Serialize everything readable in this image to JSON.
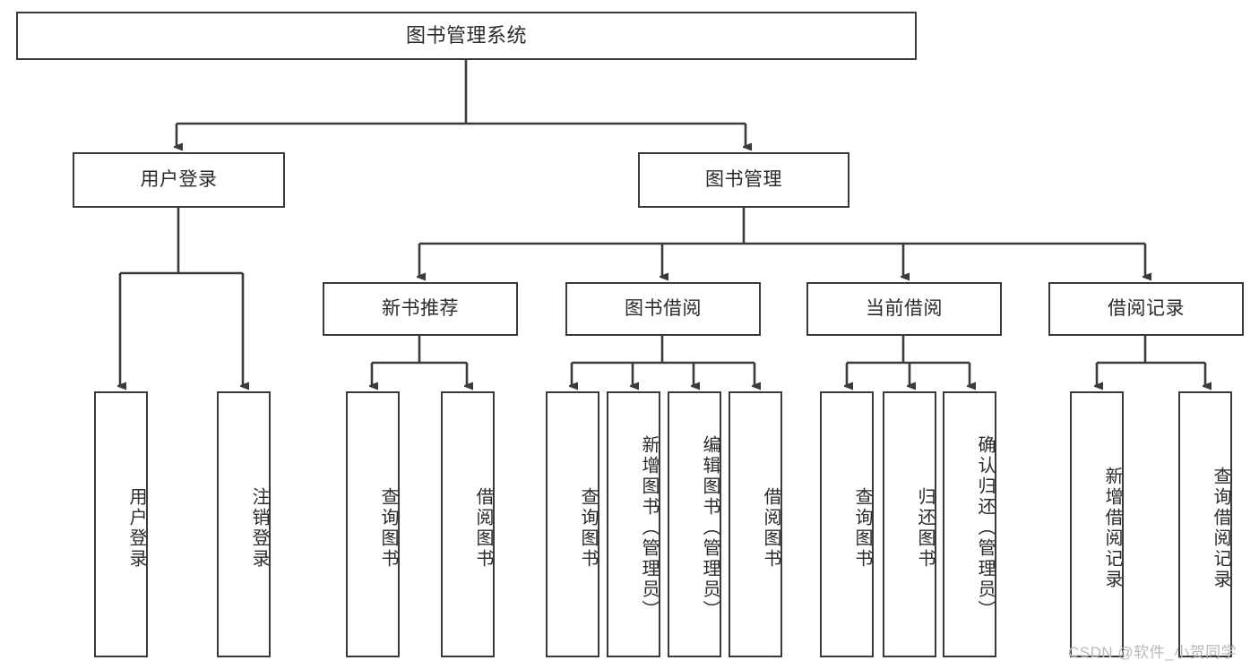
{
  "diagram": {
    "title": "图书管理系统",
    "type": "tree-hierarchy",
    "orientation": "top-down",
    "stroke_color": "#3a3a3a",
    "text_color": "#2b2b2b",
    "background_color": "#ffffff"
  },
  "root": {
    "label": "图书管理系统"
  },
  "level2": {
    "user_login": "用户登录",
    "book_manage": "图书管理"
  },
  "level3": {
    "new_book_recommend": "新书推荐",
    "book_borrow": "图书借阅",
    "current_borrow": "当前借阅",
    "borrow_record": "借阅记录"
  },
  "leaves": {
    "user_login": [
      "用户登录",
      "注销登录"
    ],
    "new_book_recommend": [
      "查询图书",
      "借阅图书"
    ],
    "book_borrow": [
      "查询图书",
      "新增图书（管理员）",
      "编辑图书（管理员）",
      "借阅图书"
    ],
    "current_borrow": [
      "查询图书",
      "归还图书",
      "确认归还（管理员）"
    ],
    "borrow_record": [
      "新增借阅记录",
      "查询借阅记录"
    ]
  },
  "watermark": {
    "text": "CSDN @软件_小贺同学",
    "color": "#b9b9b9"
  }
}
